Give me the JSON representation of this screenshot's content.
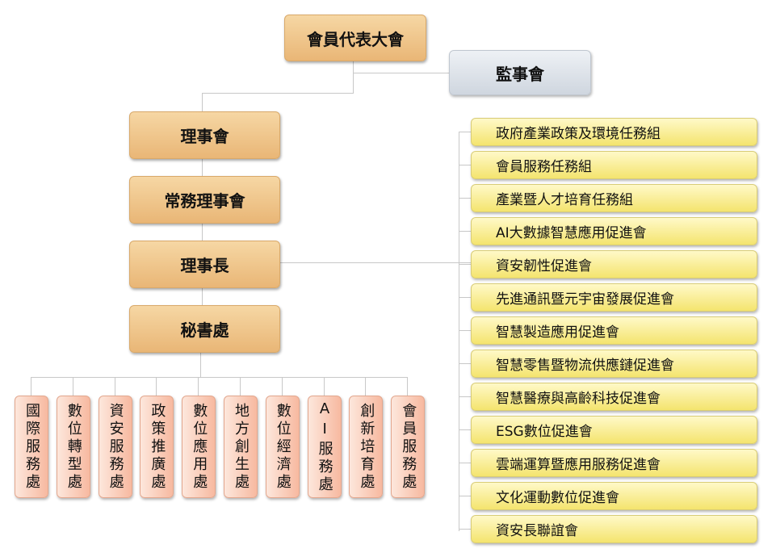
{
  "assembly": "會員代表大會",
  "supervisors": "監事會",
  "chain": [
    "理事會",
    "常務理事會",
    "理事長",
    "秘書處"
  ],
  "task_groups": [
    "政府產業政策及環境任務組",
    "會員服務任務組",
    "產業暨人才培育任務組",
    "AI大數據智慧應用促進會",
    "資安韌性促進會",
    "先進通訊暨元宇宙發展促進會",
    "智慧製造應用促進會",
    "智慧零售暨物流供應鏈促進會",
    "智慧醫療與高齡科技促進會",
    "ESG數位促進會",
    "雲端運算暨應用服務促進會",
    "文化運動數位促進會",
    "資安長聯誼會"
  ],
  "departments": [
    "國際服務處",
    "數位轉型處",
    "資安服務處",
    "政策推廣處",
    "數位應用處",
    "地方創生處",
    "數位經濟處",
    "AI服務處",
    "創新培育處",
    "會員服務處"
  ]
}
